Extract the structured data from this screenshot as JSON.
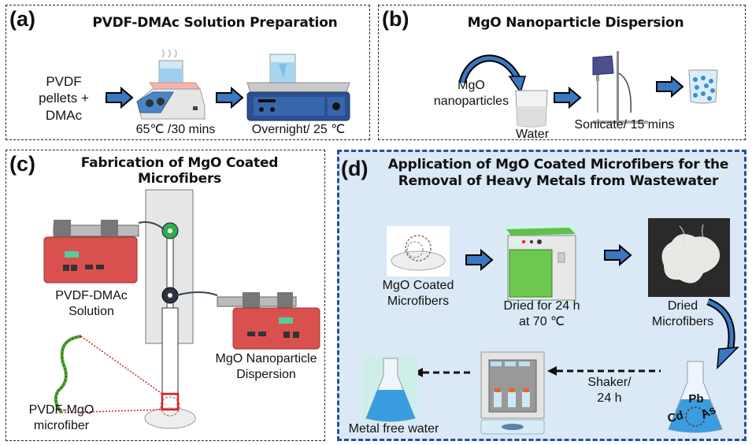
{
  "panels": {
    "a": {
      "label": "(a)",
      "title": "PVDF-DMAc Solution Preparation",
      "input_line1": "PVDF",
      "input_line2": "pellets +",
      "input_line3": "DMAc",
      "step1": "65℃ /30 mins",
      "step2": "Overnight/ 25 ℃"
    },
    "b": {
      "label": "(b)",
      "title": "MgO Nanoparticle Dispersion",
      "input_line1": "MgO",
      "input_line2": "nanoparticles",
      "water": "Water",
      "sonicate": "Sonicate/ 15 mins"
    },
    "c": {
      "label": "(c)",
      "title_line1": "Fabrication of MgO Coated",
      "title_line2": "Microfibers",
      "pump1_line1": "PVDF-DMAc",
      "pump1_line2": "Solution",
      "pump2_line1": "MgO Nanoparticle",
      "pump2_line2": "Dispersion",
      "fiber_line1": "PVDF-MgO",
      "fiber_line2": "microfiber"
    },
    "d": {
      "label": "(d)",
      "title_line1": "Application of MgO Coated Microfibers for the",
      "title_line2": "Removal of Heavy Metals from Wastewater",
      "coated_line1": "MgO Coated",
      "coated_line2": "Microfibers",
      "dried_line1": "Dried for 24 h",
      "dried_line2": "at 70 ℃",
      "driedfib_line1": "Dried",
      "driedfib_line2": "Microfibers",
      "shaker_line1": "Shaker/",
      "shaker_line2": "24 h",
      "metals": [
        "Pb",
        "Cd",
        "As"
      ],
      "final": "Metal free water"
    }
  },
  "colors": {
    "arrow_fill": "#3a78c2",
    "panel_d_border": "#2b4f96",
    "panel_d_bg": "#dbe8f5",
    "pump_red": "#d9514e",
    "oven_green": "#6cc84f"
  }
}
